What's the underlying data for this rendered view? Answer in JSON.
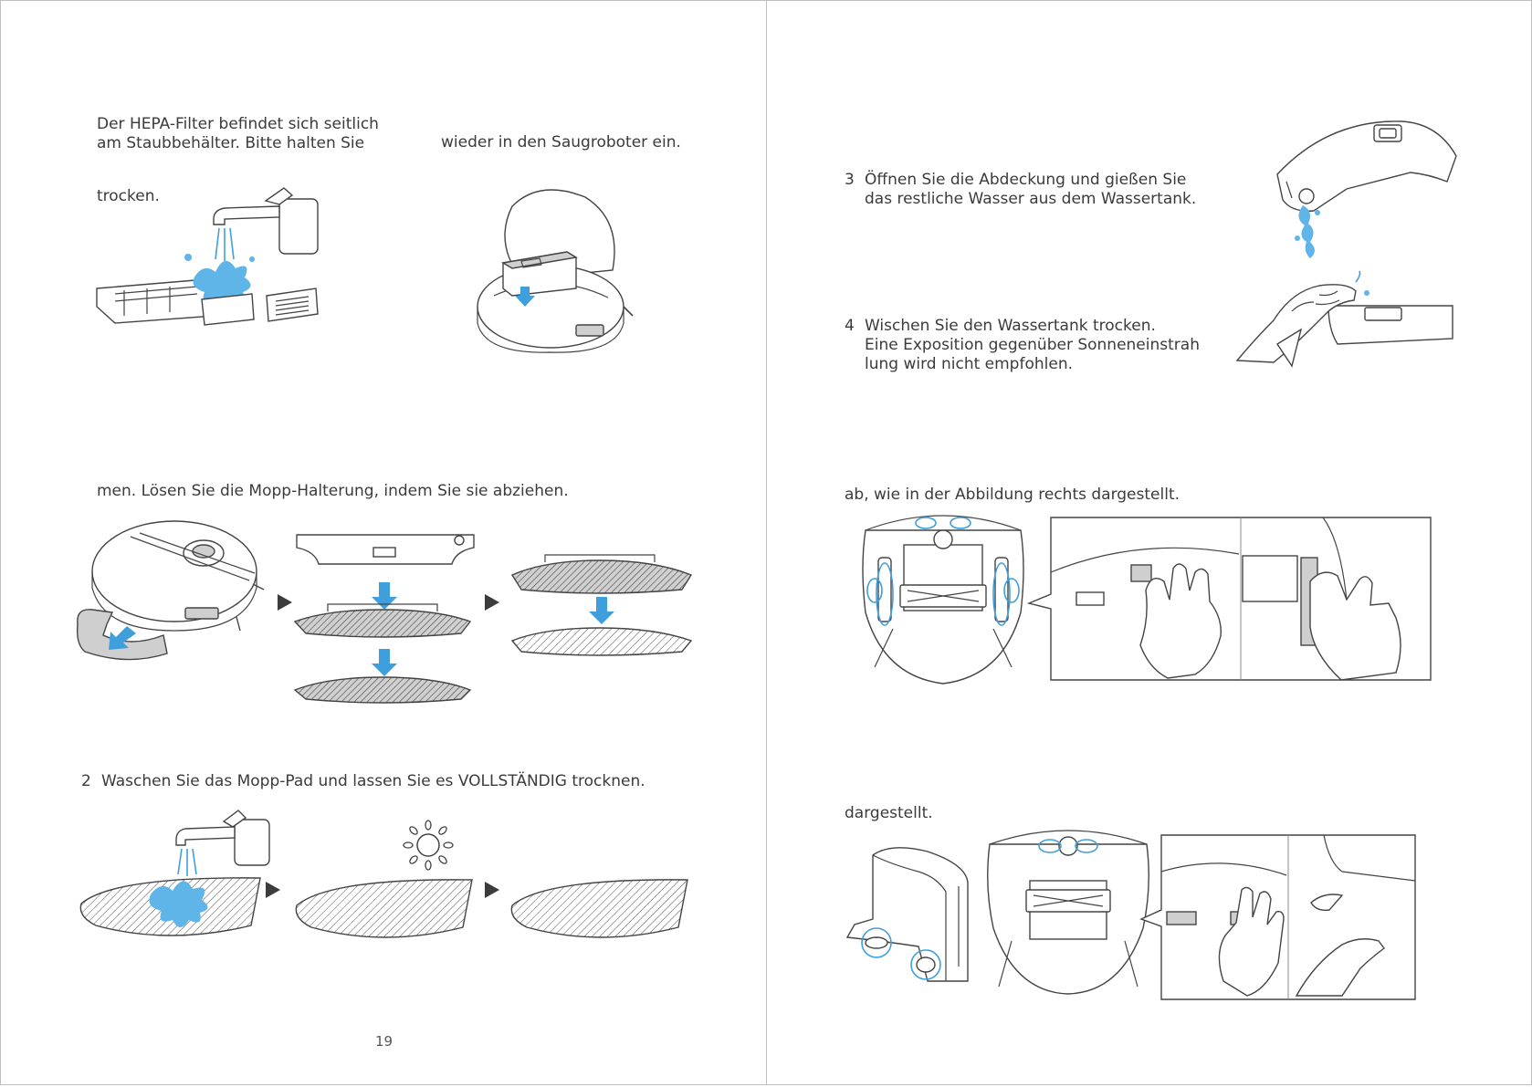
{
  "left_page": {
    "hepa_text": {
      "line1": "Der HEPA-Filter befindet sich seitlich",
      "line2": "am Staubbehälter. Bitte halten Sie",
      "line3": "trocken."
    },
    "reinsert_text": "wieder in den Saugroboter ein.",
    "mop_remove_text": "men. Lösen Sie die Mopp-Halterung, indem Sie sie abziehen.",
    "step2": {
      "number": "2",
      "text": "Waschen Sie das Mopp-Pad und lassen Sie es VOLLSTÄNDIG trocknen."
    },
    "page_number": "19"
  },
  "right_page": {
    "step3": {
      "number": "3",
      "line1": "Öffnen Sie die Abdeckung und gießen Sie",
      "line2": "das restliche Wasser aus dem Wassertank."
    },
    "step4": {
      "number": "4",
      "line1": "Wischen Sie den Wassertank trocken.",
      "line2": "Eine Exposition gegenüber Sonneneinstrah",
      "line3": "lung wird nicht empfohlen."
    },
    "sensor_text": "ab, wie in der Abbildung rechts dargestellt.",
    "charging_text": "dargestellt."
  },
  "colors": {
    "accent_blue": "#3f9fdc",
    "water_blue": "#5fb4e8",
    "line": "#444444"
  }
}
